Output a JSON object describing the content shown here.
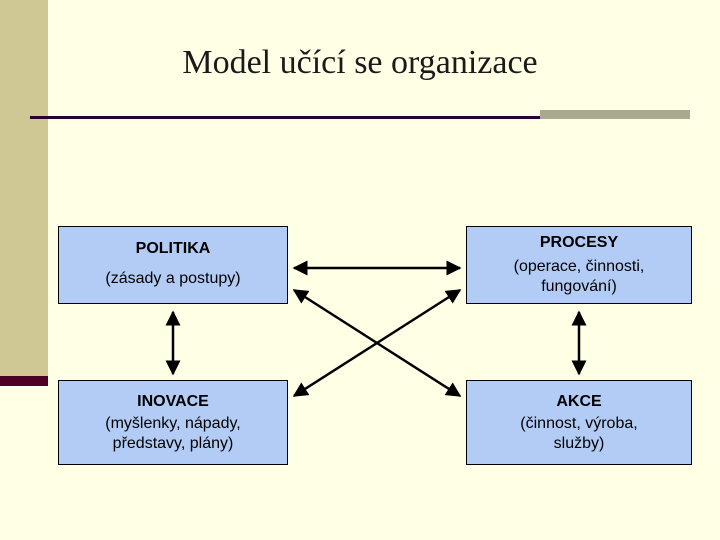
{
  "slide": {
    "title": "Model učící se organizace",
    "background_color": "#ffffe6",
    "accent_bar_color": "#cfc894",
    "rule_color": "#2b0033"
  },
  "diagram": {
    "type": "flow-diagram",
    "box_fill": "#b3ccf5",
    "box_border": "#000000",
    "boxes": [
      {
        "id": "politika",
        "header": "POLITIKA",
        "lines": [
          "(zásady a postupy)"
        ],
        "position": "top-left"
      },
      {
        "id": "procesy",
        "header": "PROCESY",
        "lines": [
          "(operace, činnosti,",
          "fungování)"
        ],
        "position": "top-right"
      },
      {
        "id": "inovace",
        "header": "INOVACE",
        "lines": [
          "(myšlenky, nápady,",
          "představy, plány)"
        ],
        "position": "bottom-left"
      },
      {
        "id": "akce",
        "header": "AKCE",
        "lines": [
          "(činnost, výroba,",
          "služby)"
        ],
        "position": "bottom-right"
      }
    ],
    "connections": [
      {
        "from": "politika",
        "to": "procesy",
        "style": "double-headed-horizontal"
      },
      {
        "from": "politika",
        "to": "inovace",
        "style": "double-headed-vertical"
      },
      {
        "from": "procesy",
        "to": "akce",
        "style": "double-headed-vertical"
      },
      {
        "from": "inovace",
        "to": "procesy",
        "style": "double-headed-diagonal"
      },
      {
        "from": "politika",
        "to": "akce",
        "style": "double-headed-diagonal"
      }
    ]
  }
}
